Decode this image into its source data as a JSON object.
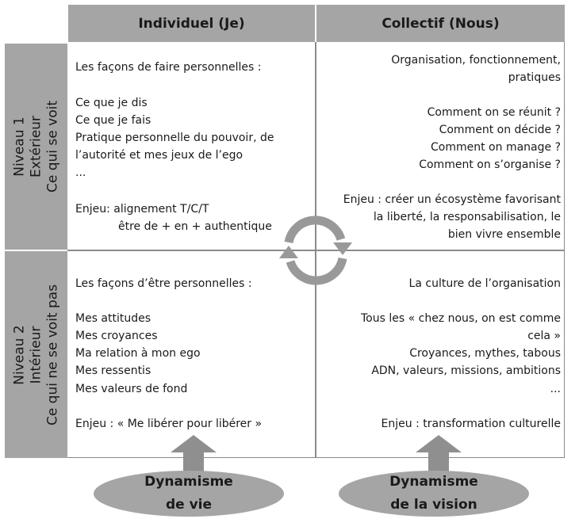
{
  "headers": {
    "individual": "Individuel (Je)",
    "collective": "Collectif (Nous)"
  },
  "rows": {
    "level1": [
      "Niveau 1",
      "Extérieur",
      "Ce qui se voit"
    ],
    "level2": [
      "Niveau 2",
      "Intérieur",
      "Ce qui ne se voit pas"
    ]
  },
  "cells": {
    "top_left": [
      "Les façons de faire personnelles :",
      "Ce que je dis",
      "Ce que je fais",
      "Pratique personnelle du pouvoir, de",
      "l’autorité et mes jeux de l’ego",
      "...",
      "Enjeu:  alignement T/C/T",
      "être de + en + authentique"
    ],
    "top_right": [
      "Organisation, fonctionnement,",
      "pratiques",
      "Comment on se réunit ?",
      "Comment on décide ?",
      "Comment on manage ?",
      "Comment on s’organise ?",
      "Enjeu : créer un écosystème favorisant",
      "la liberté, la responsabilisation, le",
      "bien vivre ensemble"
    ],
    "bottom_left": [
      "Les façons d’être personnelles :",
      "Mes attitudes",
      "Mes croyances",
      "Ma relation à mon ego",
      "Mes ressentis",
      "Mes valeurs de fond",
      "Enjeu : « Me libérer pour libérer »"
    ],
    "bottom_right": [
      "La culture de l’organisation",
      "Tous les « chez nous, on est comme",
      "cela »",
      "Croyances, mythes, tabous",
      "ADN, valeurs, missions, ambitions",
      "...",
      "Enjeu : transformation culturelle"
    ]
  },
  "ellipses": {
    "left": [
      "Dynamisme",
      "de vie"
    ],
    "right": [
      "Dynamisme",
      "de la vision"
    ]
  },
  "colors": {
    "header_fill": "#a5a5a5",
    "grid_line": "#8a8a8a",
    "cycle_arrows": "#999999",
    "up_arrows": "#8f8f8f"
  }
}
